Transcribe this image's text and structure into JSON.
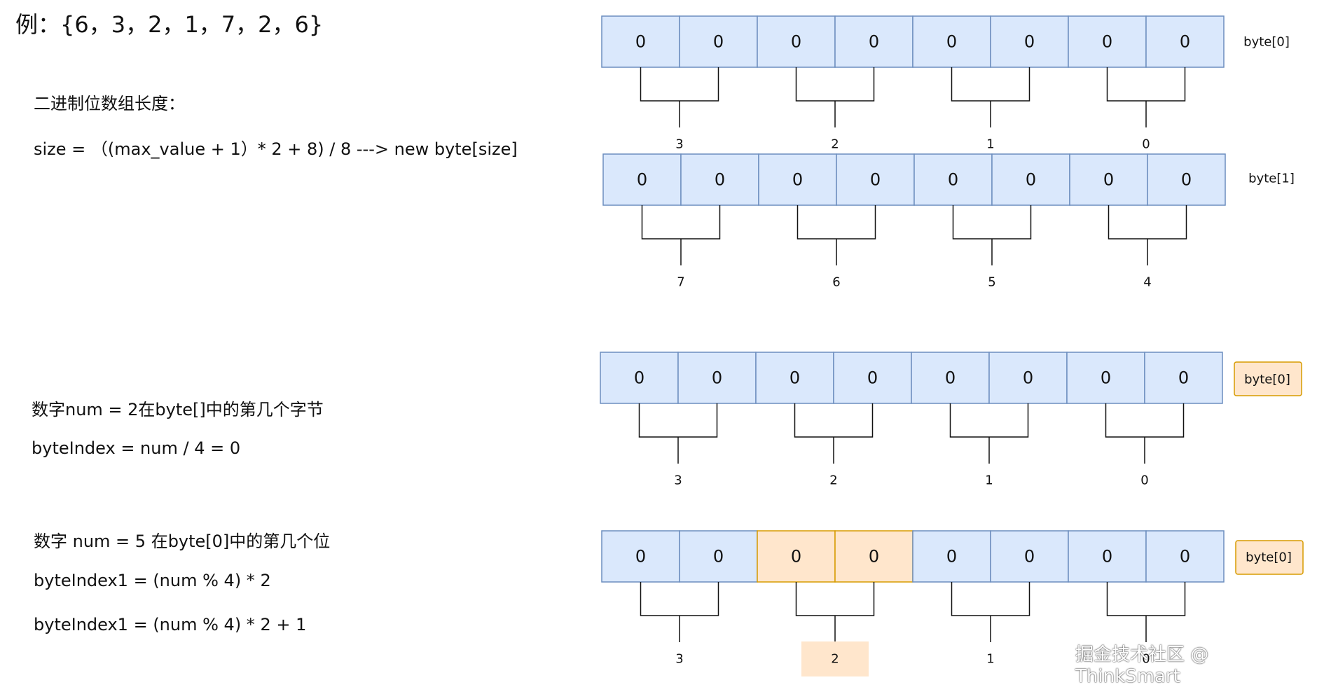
{
  "example": "例：{6，3，2，1，7，2，6}",
  "texts": {
    "binary_length_label": "二进制位数组长度：",
    "size_formula": "size = （(max_value + 1）* 2 + 8) / 8   --->   new byte[size]",
    "byte_question": "数字num = 2在byte[]中的第几个字节",
    "byte_index": "byteIndex = num / 4 = 0",
    "bit_question": "数字 num = 5 在byte[0]中的第几个位",
    "bit_index_a": "byteIndex1 = (num % 4) * 2",
    "bit_index_b": "byteIndex1 = (num % 4) * 2 + 1"
  },
  "diagram": {
    "colors": {
      "cell_fill": "#dae8fc",
      "cell_stroke": "#6c8ebf",
      "highlight_fill": "#ffe6cc",
      "highlight_stroke": "#d79b00"
    },
    "arrays": [
      {
        "cells": [
          "0",
          "0",
          "0",
          "0",
          "0",
          "0",
          "0",
          "0"
        ],
        "label": "byte[0]",
        "label_boxed": false,
        "highlight_cells": [],
        "groups": [
          "3",
          "2",
          "1",
          "0"
        ],
        "highlight_group": null
      },
      {
        "cells": [
          "0",
          "0",
          "0",
          "0",
          "0",
          "0",
          "0",
          "0"
        ],
        "label": "byte[1]",
        "label_boxed": false,
        "highlight_cells": [],
        "groups": [
          "7",
          "6",
          "5",
          "4"
        ],
        "highlight_group": null
      },
      {
        "cells": [
          "0",
          "0",
          "0",
          "0",
          "0",
          "0",
          "0",
          "0"
        ],
        "label": "byte[0]",
        "label_boxed": true,
        "highlight_cells": [],
        "groups": [
          "3",
          "2",
          "1",
          "0"
        ],
        "highlight_group": null
      },
      {
        "cells": [
          "0",
          "0",
          "0",
          "0",
          "0",
          "0",
          "0",
          "0"
        ],
        "label": "byte[0]",
        "label_boxed": true,
        "highlight_cells": [
          2,
          3
        ],
        "groups": [
          "3",
          "2",
          "1",
          "0"
        ],
        "highlight_group": 1
      }
    ]
  },
  "watermark": "掘金技术社区 @ ThinkSmart"
}
